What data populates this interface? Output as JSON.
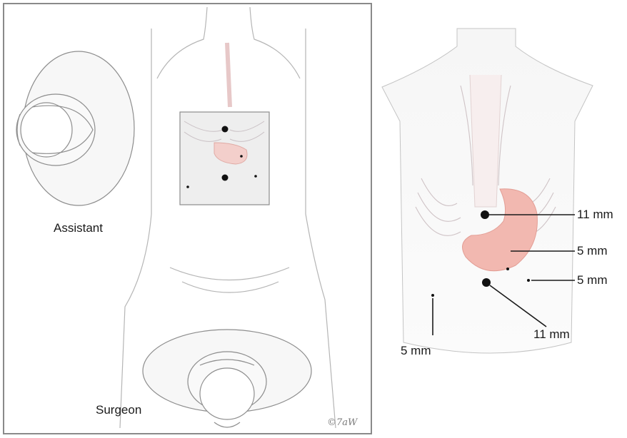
{
  "left_panel": {
    "assistant_label": "Assistant",
    "surgeon_label": "Surgeon",
    "artist_signature": "©7aW"
  },
  "right_panel": {
    "ports": [
      {
        "label": "11 mm",
        "size": "large"
      },
      {
        "label": "5 mm",
        "size": "small"
      },
      {
        "label": "5 mm",
        "size": "small"
      },
      {
        "label": "11 mm",
        "size": "large"
      },
      {
        "label": "5 mm",
        "size": "small"
      }
    ]
  },
  "colors": {
    "line": "#1a1a1a",
    "stomach": "#f2b8b0",
    "skin_outline": "#b5b5b5",
    "frame_border": "#8a8a8a"
  }
}
